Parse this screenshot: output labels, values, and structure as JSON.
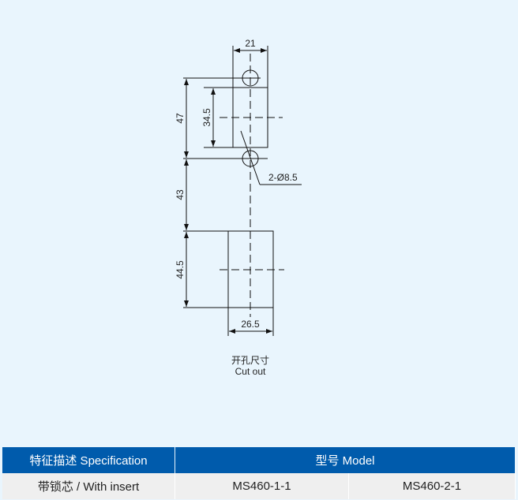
{
  "drawing": {
    "dims": {
      "width_top": "21",
      "height_47": "47",
      "height_34_5": "34.5",
      "gap_43": "43",
      "height_44_5": "44.5",
      "width_bottom": "26.5",
      "holes": "2-Ø8.5"
    },
    "caption_cn": "开孔尺寸",
    "caption_en": "Cut out"
  },
  "table": {
    "headers": [
      "特征描述 Specification",
      "型号 Model"
    ],
    "rows": [
      [
        "带锁芯 / With insert",
        "MS460-1-1",
        "MS460-2-1"
      ]
    ]
  },
  "colors": {
    "header": "#005bac",
    "background": "#e9f5fd",
    "row": "#efefef"
  }
}
